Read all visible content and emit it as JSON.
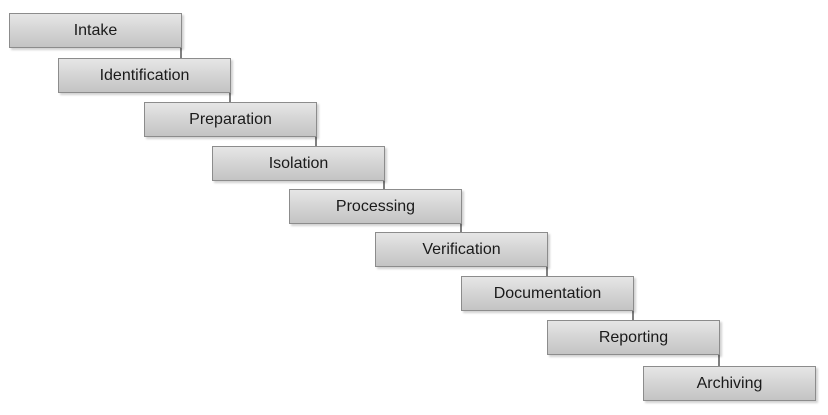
{
  "diagram": {
    "steps": [
      {
        "label": "Intake"
      },
      {
        "label": "Identification"
      },
      {
        "label": "Preparation"
      },
      {
        "label": "Isolation"
      },
      {
        "label": "Processing"
      },
      {
        "label": "Verification"
      },
      {
        "label": "Documentation"
      },
      {
        "label": "Reporting"
      },
      {
        "label": "Archiving"
      }
    ],
    "colors": {
      "box_border": "#8c8c8c",
      "box_fill_top": "#e6e6e6",
      "box_fill_bottom": "#c4c4c4",
      "connector": "#000000",
      "text": "#1a1a1a"
    }
  }
}
